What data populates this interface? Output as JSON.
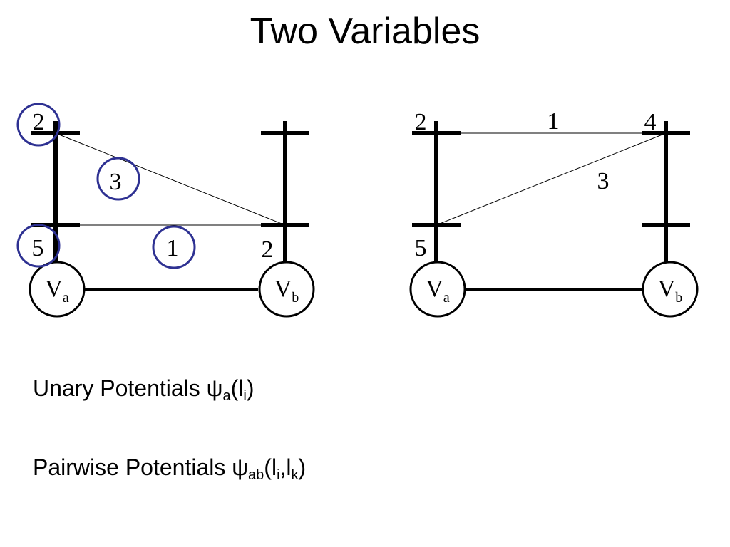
{
  "title": "Two Variables",
  "colors": {
    "ink": "#000000",
    "circle_highlight": "#2e3192",
    "tick_accent": "#5a1010"
  },
  "left_diagram": {
    "va_unary_top": "2",
    "va_unary_bottom": "5",
    "vb_unary_bottom": "2",
    "edge_top_a_to_bottom_b": "3",
    "edge_bottom_a_to_bottom_b": "1",
    "node_a": {
      "letter": "V",
      "sub": "a"
    },
    "node_b": {
      "letter": "V",
      "sub": "b"
    }
  },
  "right_diagram": {
    "va_unary_top": "2",
    "va_unary_bottom": "5",
    "vb_unary_top": "4",
    "edge_top_a_to_top_b": "1",
    "edge_bottom_a_to_top_b": "3",
    "node_a": {
      "letter": "V",
      "sub": "a"
    },
    "node_b": {
      "letter": "V",
      "sub": "b"
    }
  },
  "captions": {
    "unary": {
      "text": "Unary Potentials ψ",
      "sub": "a",
      "open": "(l",
      "sub2": "i",
      "close": ")"
    },
    "pairwise": {
      "text": "Pairwise Potentials ψ",
      "sub": "ab",
      "open": "(l",
      "sub2": "i",
      "mid": ",l",
      "sub3": "k",
      "close": ")"
    }
  }
}
